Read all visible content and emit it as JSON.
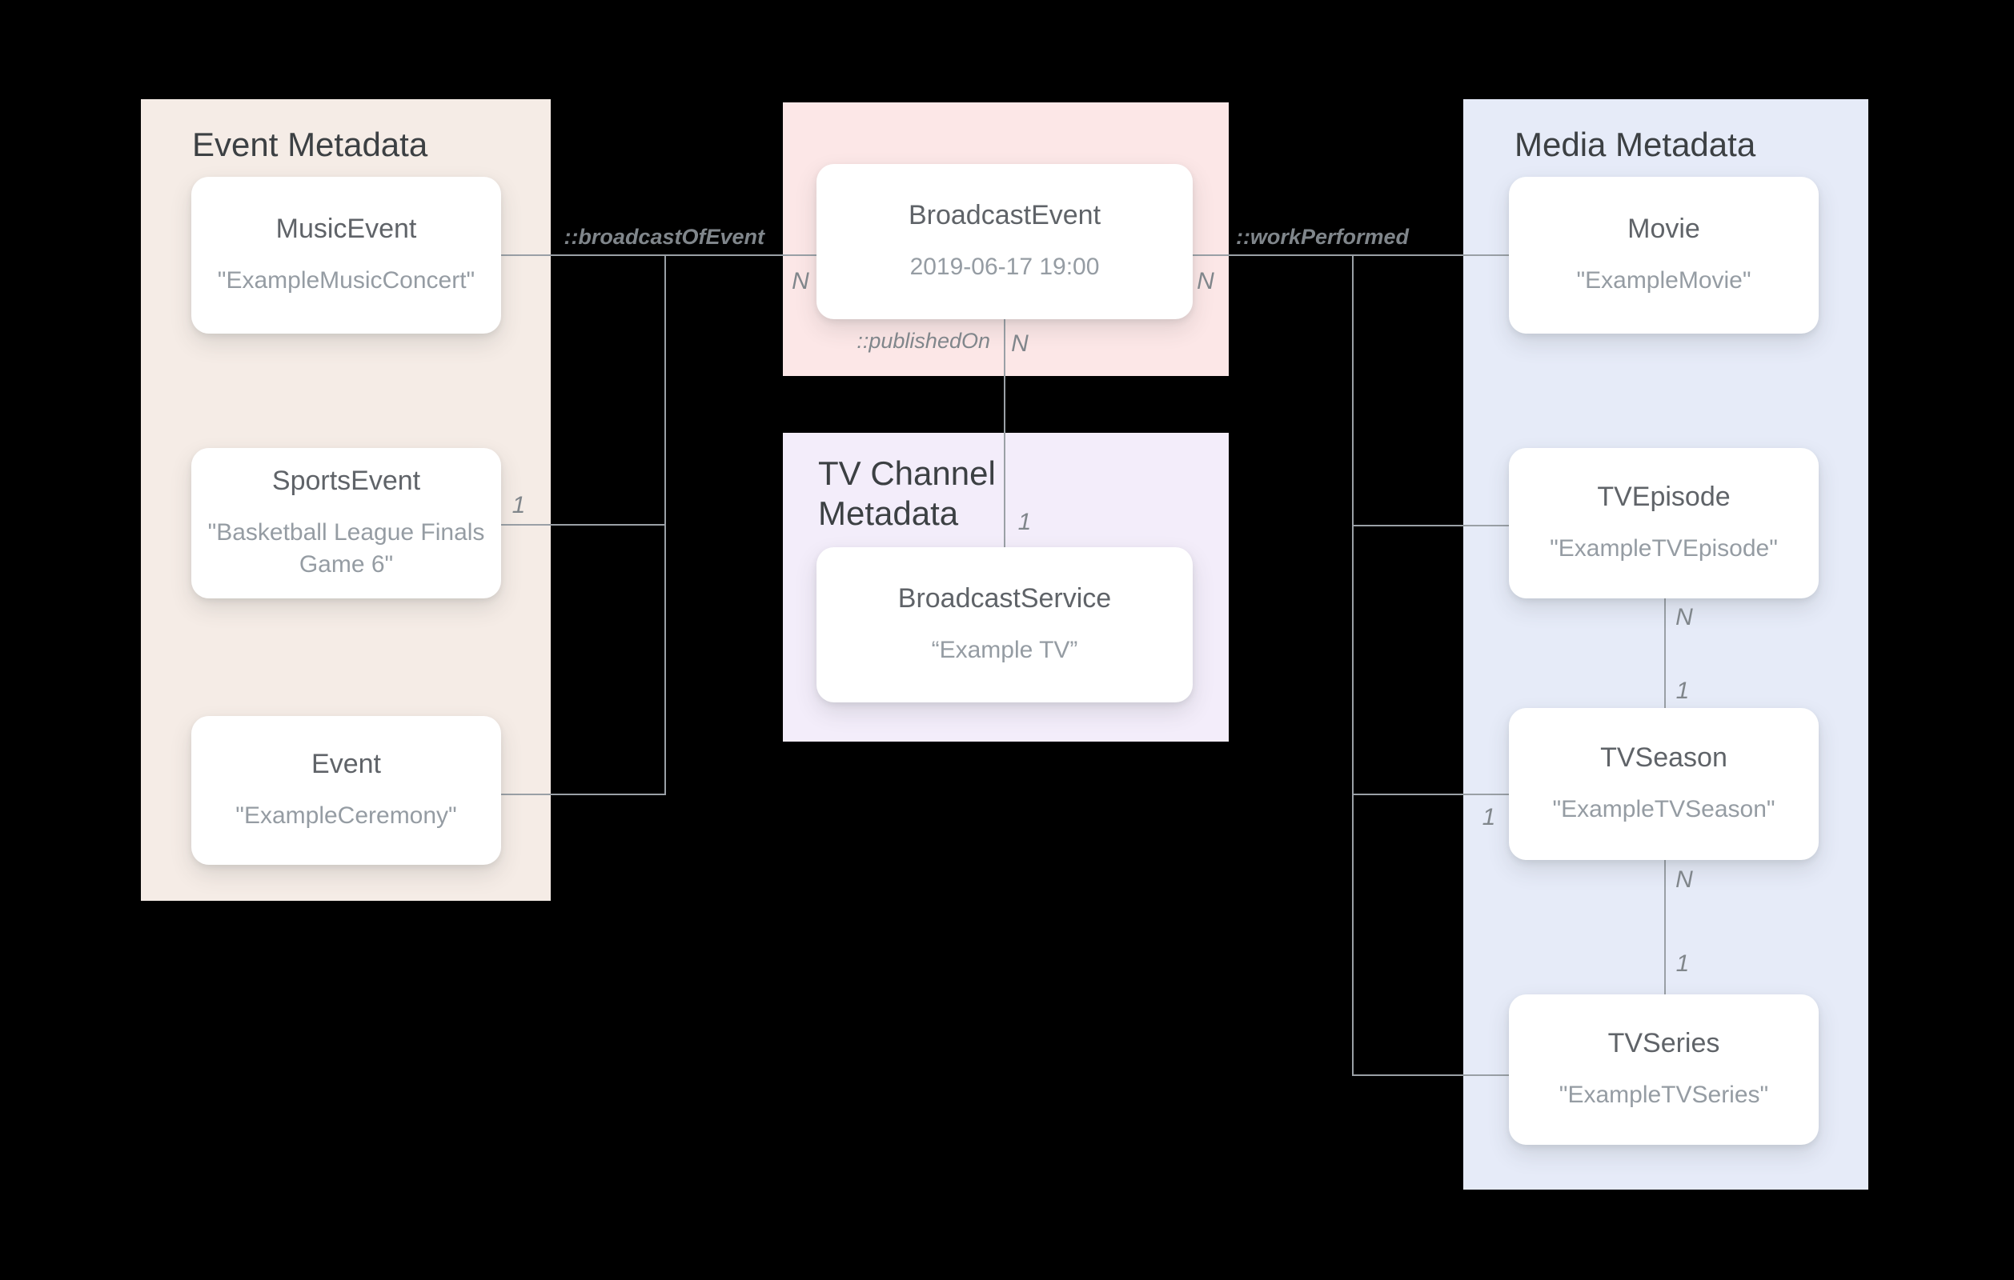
{
  "colors": {
    "background": "#000000",
    "event_panel": "#f5ece6",
    "broadcast_panel": "#fce7e7",
    "tv_channel_panel": "#f3edfa",
    "media_panel": "#e6ebf8",
    "card": "#ffffff",
    "connector": "#9aa0a6",
    "panel_title": "#3c4043",
    "card_title": "#5f6368",
    "card_subtitle": "#959ca3",
    "relation_label": "#80868b"
  },
  "panels": {
    "event": {
      "title": "Event Metadata"
    },
    "tv_channel": {
      "title": "TV Channel Metadata"
    },
    "media": {
      "title": "Media Metadata"
    }
  },
  "cards": {
    "music_event": {
      "title": "MusicEvent",
      "subtitle": "\"ExampleMusicConcert\""
    },
    "sports_event": {
      "title": "SportsEvent",
      "subtitle": "\"Basketball League Finals Game 6\""
    },
    "event": {
      "title": "Event",
      "subtitle": "\"ExampleCeremony\""
    },
    "broadcast_event": {
      "title": "BroadcastEvent",
      "subtitle": "2019-06-17 19:00"
    },
    "broadcast_service": {
      "title": "BroadcastService",
      "subtitle": "“Example TV”"
    },
    "movie": {
      "title": "Movie",
      "subtitle": "\"ExampleMovie\""
    },
    "tv_episode": {
      "title": "TVEpisode",
      "subtitle": "\"ExampleTVEpisode\""
    },
    "tv_season": {
      "title": "TVSeason",
      "subtitle": "\"ExampleTVSeason\""
    },
    "tv_series": {
      "title": "TVSeries",
      "subtitle": "\"ExampleTVSeries\""
    }
  },
  "relations": {
    "broadcast_of_event": "::broadcastOfEvent",
    "work_performed": "::workPerformed",
    "published_on": "::publishedOn"
  },
  "multiplicities": {
    "broadcast_event_left_n": "N",
    "broadcast_event_right_n": "N",
    "published_on_n": "N",
    "broadcast_service_1": "1",
    "sports_event_1": "1",
    "tv_season_left_1": "1",
    "episode_season_n": "N",
    "episode_season_1": "1",
    "season_series_n": "N",
    "season_series_1": "1"
  }
}
